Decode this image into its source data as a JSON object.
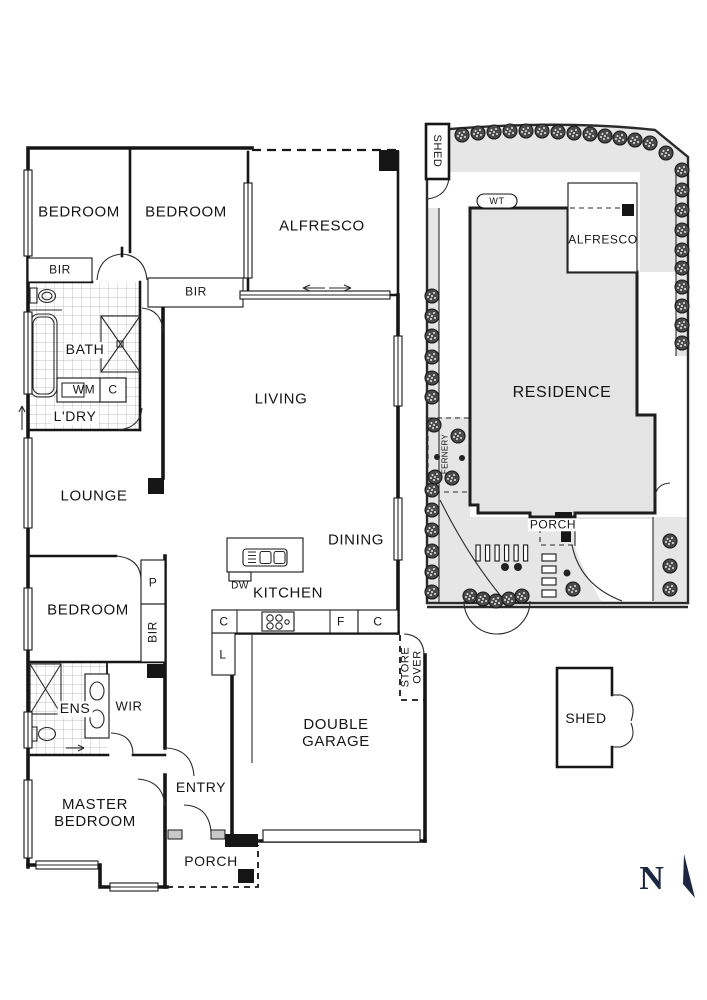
{
  "plan": {
    "rooms": {
      "bedroom1": "BEDROOM",
      "bedroom2": "BEDROOM",
      "alfresco": "ALFRESCO",
      "bath": "BATH",
      "laundry": "L'DRY",
      "living": "LIVING",
      "lounge": "LOUNGE",
      "bedroom3": "BEDROOM",
      "dining": "DINING",
      "kitchen": "KITCHEN",
      "garage": "DOUBLE\nGARAGE",
      "ens": "ENS",
      "wir": "WIR",
      "master": "MASTER\nBEDROOM",
      "entry": "ENTRY",
      "porch": "PORCH"
    },
    "fittings": {
      "bir_bed1": "BIR",
      "bir_bed2": "BIR",
      "bir_bed3": "BIR",
      "pantry": "P",
      "linen": "L",
      "washing_machine": "WM",
      "cupboard_bath": "C",
      "dishwasher": "DW",
      "cupboard_kitchen_left": "C",
      "fridge": "F",
      "cupboard_kitchen_right": "C",
      "store_over": "STORE\nOVER"
    }
  },
  "site": {
    "shed": "SHED",
    "water_tank": "WT",
    "alfresco": "ALFRESCO",
    "residence": "RESIDENCE",
    "fernery": "FERNERY",
    "porch": "PORCH"
  },
  "outbuilding": {
    "shed": "SHED"
  },
  "compass": {
    "north": "N"
  },
  "colors": {
    "wall": "#161616",
    "site_fill": "#e4e4e4",
    "tree": "#4a4a4a",
    "compass_navy": "#1c2742"
  }
}
